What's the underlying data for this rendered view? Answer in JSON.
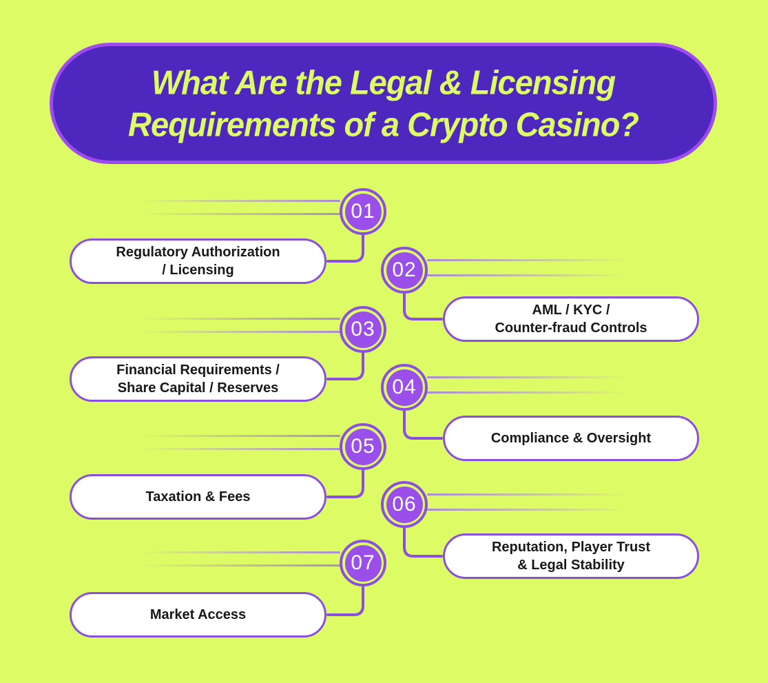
{
  "title": {
    "line1": "What Are the Legal & Licensing",
    "line2": "Requirements of a Crypto Casino?"
  },
  "items": [
    {
      "number": "01",
      "label_line1": "Regulatory Authorization",
      "label_line2": "/ Licensing",
      "side": "circle-right"
    },
    {
      "number": "02",
      "label_line1": "AML / KYC /",
      "label_line2": "Counter-fraud Controls",
      "side": "circle-left"
    },
    {
      "number": "03",
      "label_line1": "Financial Requirements /",
      "label_line2": "Share Capital / Reserves",
      "side": "circle-right"
    },
    {
      "number": "04",
      "label_line1": "Compliance & Oversight",
      "label_line2": "",
      "side": "circle-left"
    },
    {
      "number": "05",
      "label_line1": "Taxation & Fees",
      "label_line2": "",
      "side": "circle-right"
    },
    {
      "number": "06",
      "label_line1": "Reputation, Player Trust",
      "label_line2": "& Legal Stability",
      "side": "circle-left"
    },
    {
      "number": "07",
      "label_line1": "Market Access",
      "label_line2": "",
      "side": "circle-right"
    }
  ],
  "colors": {
    "bg": "#DDFB64",
    "banner-fill": "#4E28BE",
    "banner-border": "#9B4BEF",
    "title-text": "#DDFB64",
    "circle-fill": "#9A4FEA",
    "line-purple": "#8B4FE0",
    "pill-fill": "#FFFFFF",
    "pill-text": "#17171C",
    "number-text": "#FFFFFF",
    "fade-line": "#A98BD2"
  }
}
